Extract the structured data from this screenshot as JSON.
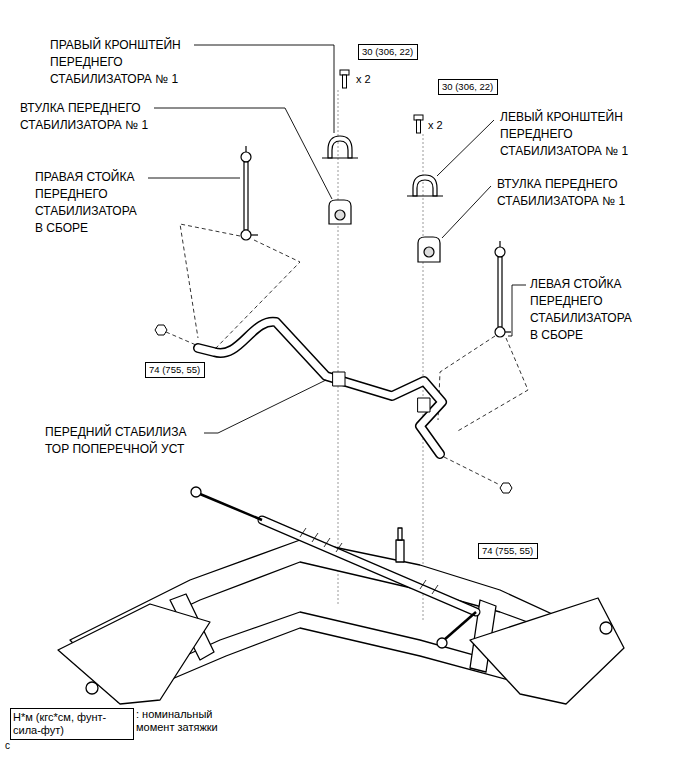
{
  "diagram": {
    "nodes": [
      {
        "text": [
          "30 (306, 22)"
        ]
      },
      {
        "text": [
          "30 (306, 22)"
        ]
      },
      {
        "text": [
          "74 (755, 55)"
        ]
      },
      {
        "text": [
          "74 (755, 55)"
        ]
      },
      {
        "text": [
          "Н*м (кгс*см, фунт-сила-фут)"
        ]
      }
    ],
    "labels": [
      "ПРАВЫЙ КРОНШТЕЙН ПЕРЕДНЕГО СТАБИЛИЗАТОРА № 1",
      "x 2",
      "ВТУЛКА ПЕРЕДНЕГО СТАБИЛИЗАТОРА № 1",
      "ЛЕВЫЙ КРОНШТЕЙН ПЕРЕДНЕГО СТАБИЛИЗАТОРА № 1",
      "x 2",
      "ПРАВАЯ СТОЙКА ПЕРЕДНЕГО СТАБИЛИЗАТОРА В СБОРЕ",
      "ВТУЛКА ПЕРЕДНЕГО СТАБИЛИЗАТОРА № 1",
      "ЛЕВАЯ СТОЙКА ПЕРЕДНЕГО СТАБИЛИЗАТОРА В СБОРЕ",
      "ПЕРЕДНИЙ СТАБИЛИЗА ТОР ПОПЕРЕЧНОЙ УСТ",
      ": номинальный момент затяжки",
      "c"
    ]
  }
}
